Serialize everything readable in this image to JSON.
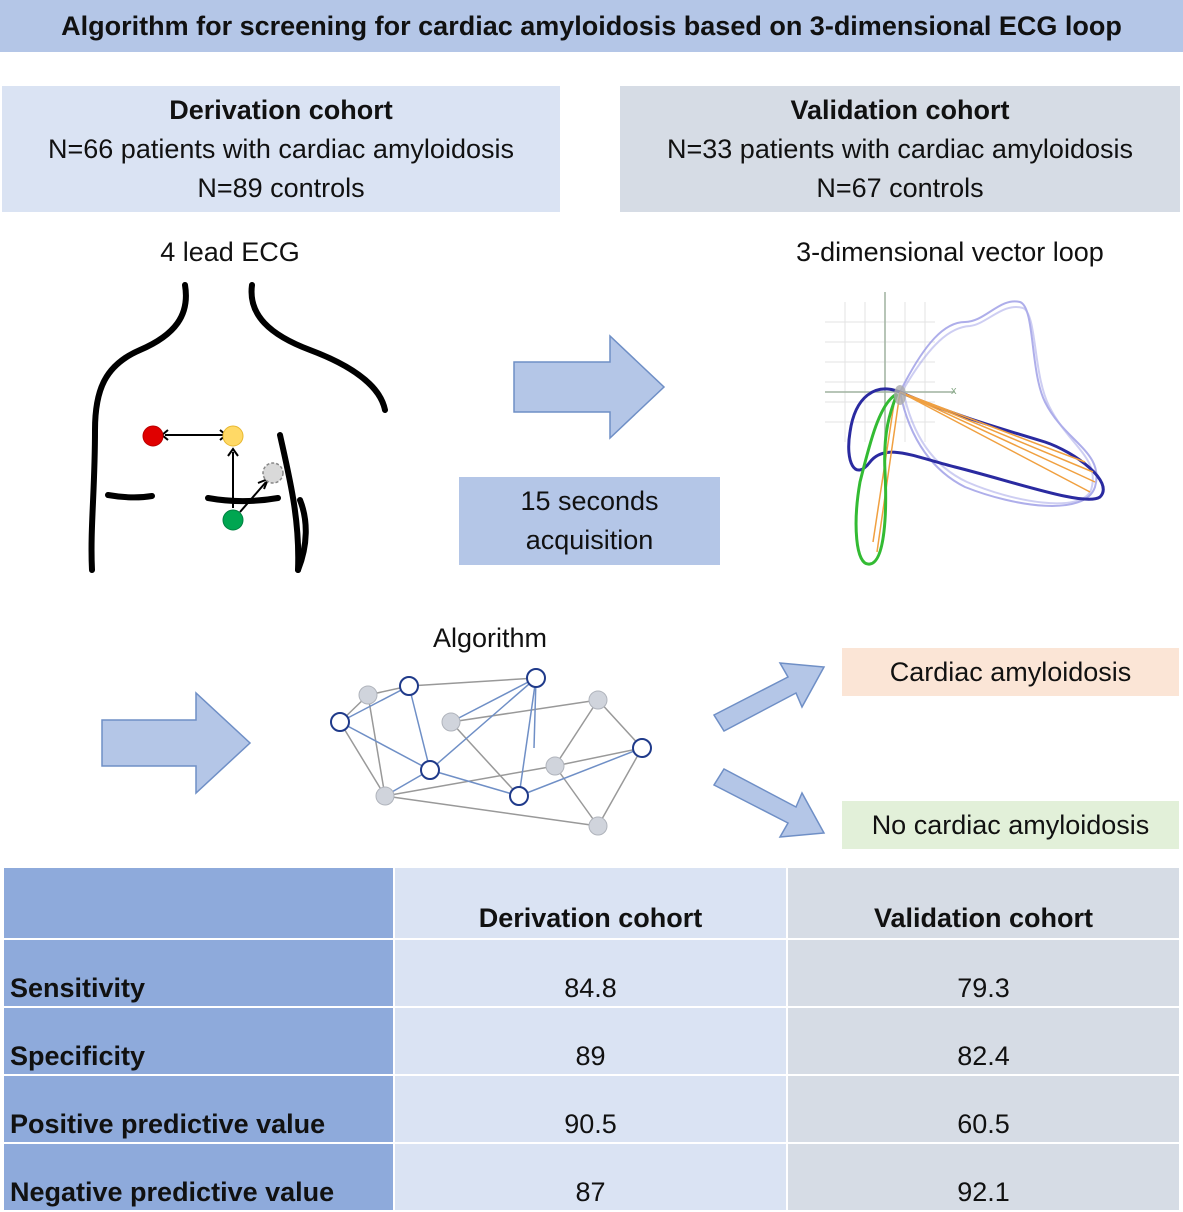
{
  "title": "Algorithm for screening for cardiac amyloidosis based on 3-dimensional ECG loop",
  "derivation": {
    "heading": "Derivation cohort",
    "line1": "N=66 patients with cardiac amyloidosis",
    "line2": "N=89 controls"
  },
  "validation": {
    "heading": "Validation cohort",
    "line1": "N=33 patients with cardiac amyloidosis",
    "line2": "N=67 controls"
  },
  "ecg_label": "4 lead ECG",
  "loop_label": "3-dimensional vector loop",
  "loop_axis_label": "x",
  "acquisition": {
    "line1": "15 seconds",
    "line2": "acquisition"
  },
  "algorithm_label": "Algorithm",
  "outcomes": {
    "positive": "Cardiac amyloidosis",
    "negative": "No cardiac amyloidosis"
  },
  "table": {
    "headers": [
      "",
      "Derivation cohort",
      "Validation cohort"
    ],
    "rows": [
      {
        "metric": "Sensitivity",
        "derivation": "84.8",
        "validation": "79.3"
      },
      {
        "metric": "Specificity",
        "derivation": "89",
        "validation": "82.4"
      },
      {
        "metric": "Positive predictive value",
        "derivation": "90.5",
        "validation": "60.5"
      },
      {
        "metric": "Negative predictive value",
        "derivation": "87",
        "validation": "92.1"
      }
    ]
  },
  "colors": {
    "header_blue": "#b4c6e7",
    "derivation_bg": "#dae3f3",
    "validation_bg": "#d6dce5",
    "positive_bg": "#fbe5d6",
    "negative_bg": "#e2f0d9",
    "electrode_red": "#e00000",
    "electrode_yellow": "#ffd966",
    "electrode_green": "#00a651",
    "electrode_grey": "#d9d9d9",
    "loop_blue": "#3333aa",
    "loop_green": "#33bb33",
    "loop_orange": "#f0a040"
  }
}
